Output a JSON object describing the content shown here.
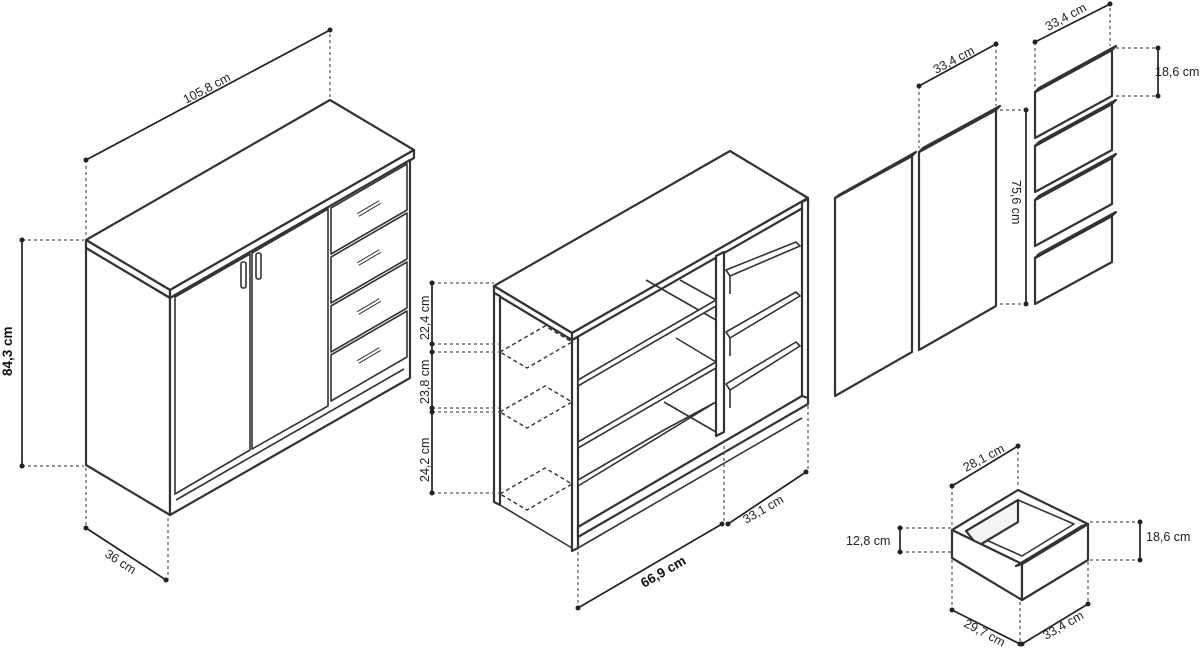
{
  "dimensions": {
    "sideboard_width": "105,8 cm",
    "sideboard_height": "84,3 cm",
    "sideboard_depth": "36 cm",
    "shelf_gap_top": "22,4 cm",
    "shelf_gap_middle": "23,8 cm",
    "shelf_gap_bottom": "24,2 cm",
    "left_compartment_width": "66,9 cm",
    "right_compartment_width": "33,1 cm",
    "door_width": "33,4 cm",
    "door_height": "75,6 cm",
    "drawer_front_width": "33,4 cm",
    "drawer_front_height": "18,6 cm",
    "drawer_box_width": "28,1 cm",
    "drawer_box_height": "12,8 cm",
    "drawer_front_height_2": "18,6 cm",
    "drawer_box_depth": "29,7 cm",
    "drawer_front_width_2": "33,4 cm"
  }
}
